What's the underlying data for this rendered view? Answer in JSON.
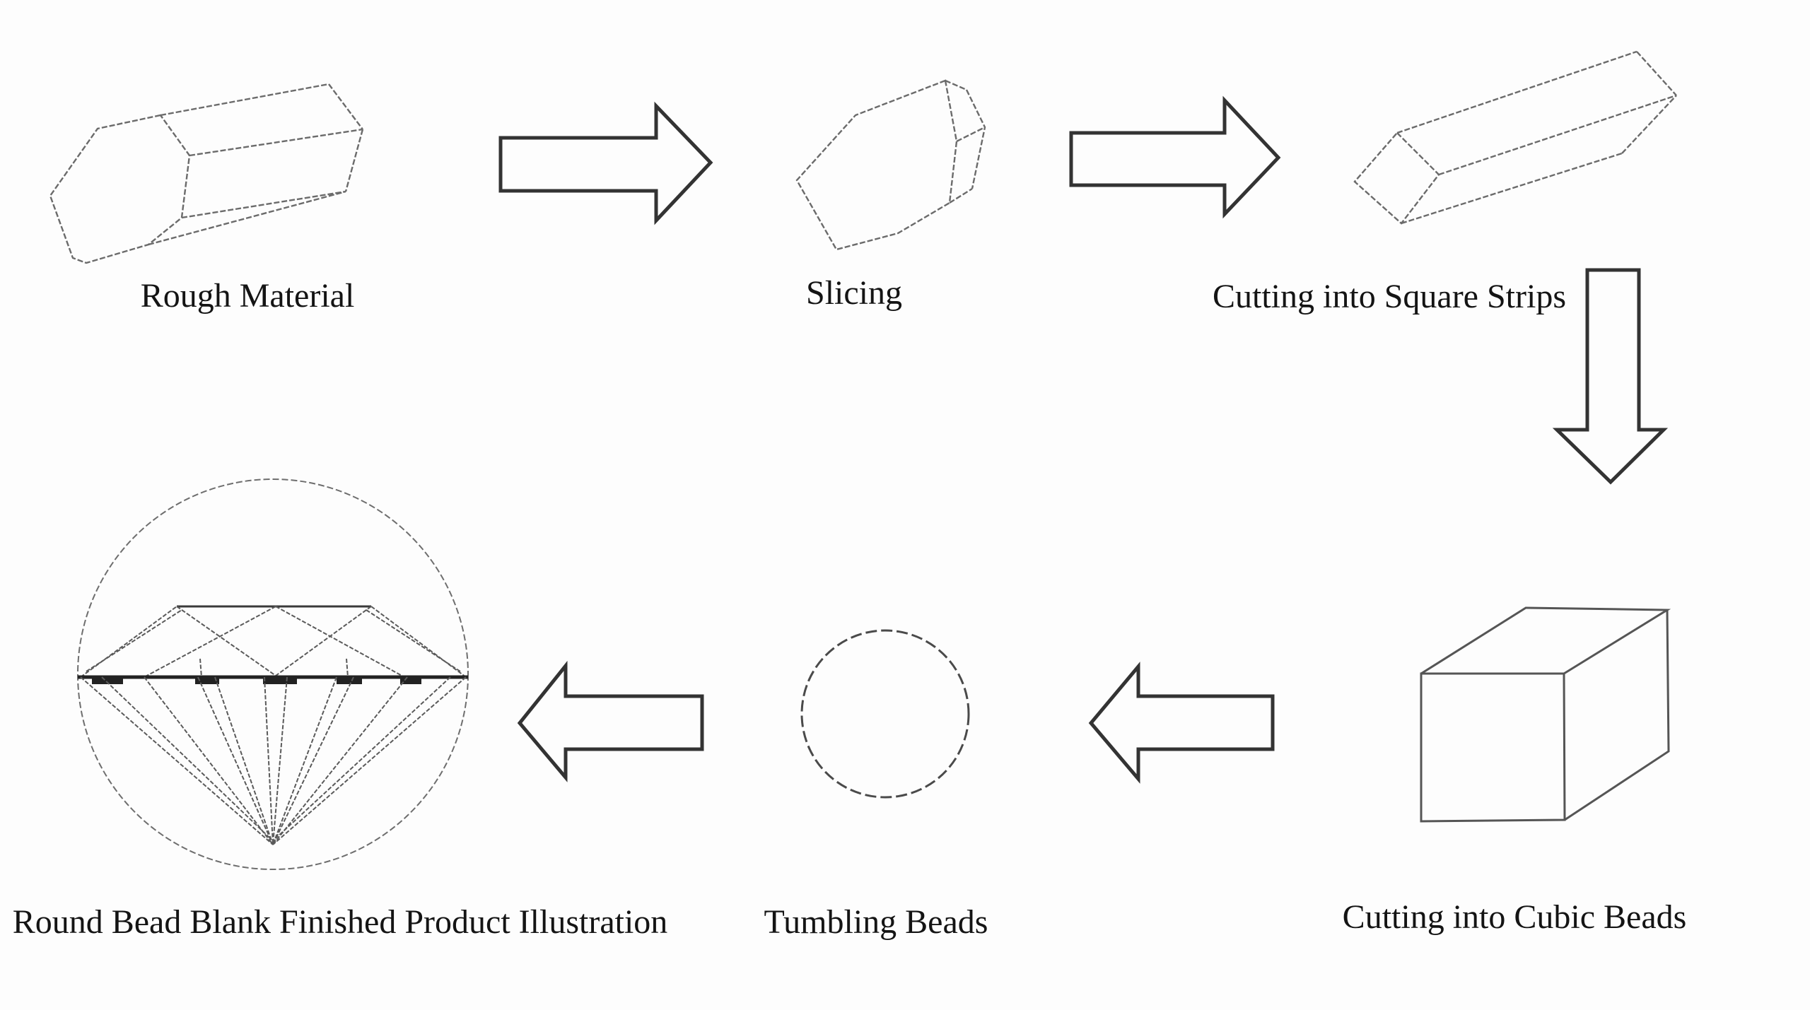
{
  "diagram": {
    "background": "#fdfdfd",
    "line_color": "#6b6b6b",
    "dark_line_color": "#333333",
    "text_color": "#141414",
    "labels": {
      "rough_material": "Rough Material",
      "slicing": "Slicing",
      "cutting_square_strips": "Cutting into Square Strips",
      "cutting_cubic_beads": "Cutting into Cubic Beads",
      "tumbling_beads": "Tumbling Beads",
      "round_bead_blank": "Round Bead Blank Finished Product Illustration"
    },
    "shapes": {
      "rough_material": "hexagonal-prism-outline",
      "slicing": "hexagonal-slice-outline",
      "cutting_square_strips": "long-square-bar-outline",
      "cutting_cubic_beads": "cube-outline",
      "tumbling_beads": "circle-outline",
      "round_bead_blank": "brilliant-cut-diamond-in-circle-outline"
    },
    "flow": [
      {
        "from": "Rough Material",
        "to": "Slicing",
        "arrow": "right"
      },
      {
        "from": "Slicing",
        "to": "Cutting into Square Strips",
        "arrow": "right"
      },
      {
        "from": "Cutting into Square Strips",
        "to": "Cutting into Cubic Beads",
        "arrow": "down"
      },
      {
        "from": "Cutting into Cubic Beads",
        "to": "Tumbling Beads",
        "arrow": "left"
      },
      {
        "from": "Tumbling Beads",
        "to": "Round Bead Blank Finished Product Illustration",
        "arrow": "left"
      }
    ]
  }
}
